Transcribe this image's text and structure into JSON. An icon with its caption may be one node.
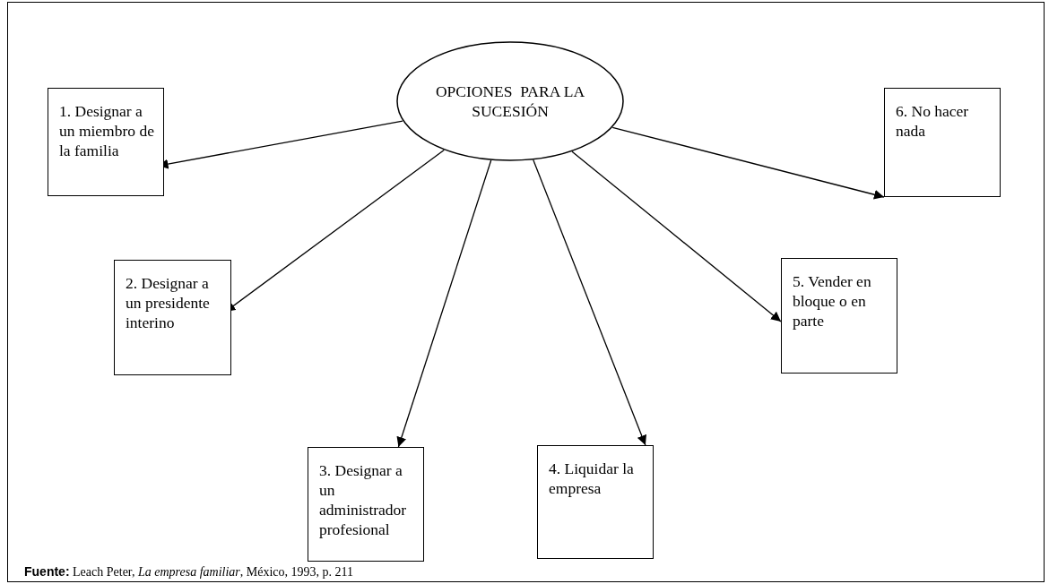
{
  "diagram": {
    "caption": "**Fuente:** Leach Peter, *La empresa familiar*, México, 1993, p. 211",
    "nodes": [
      {
        "text": [
          "OPCIONES  PARA LA SUCESIÓN"
        ]
      },
      {
        "text": [
          "1. Designar a un miembro de la familia"
        ]
      },
      {
        "text": [
          "2. Designar a un presidente interino"
        ]
      },
      {
        "text": [
          "3. Designar a un administrador profesional"
        ]
      },
      {
        "text": [
          "4. Liquidar la empresa"
        ]
      },
      {
        "text": [
          "5. Vender en bloque o en parte"
        ]
      },
      {
        "text": [
          "6. No hacer nada"
        ]
      }
    ],
    "edges": [
      {
        "from": 0,
        "to": 1,
        "arrow": "to"
      },
      {
        "from": 0,
        "to": 2,
        "arrow": "to"
      },
      {
        "from": 0,
        "to": 3,
        "arrow": "to"
      },
      {
        "from": 0,
        "to": 4,
        "arrow": "to"
      },
      {
        "from": 0,
        "to": 5,
        "arrow": "to"
      },
      {
        "from": 0,
        "to": 6,
        "arrow": "to"
      }
    ]
  }
}
